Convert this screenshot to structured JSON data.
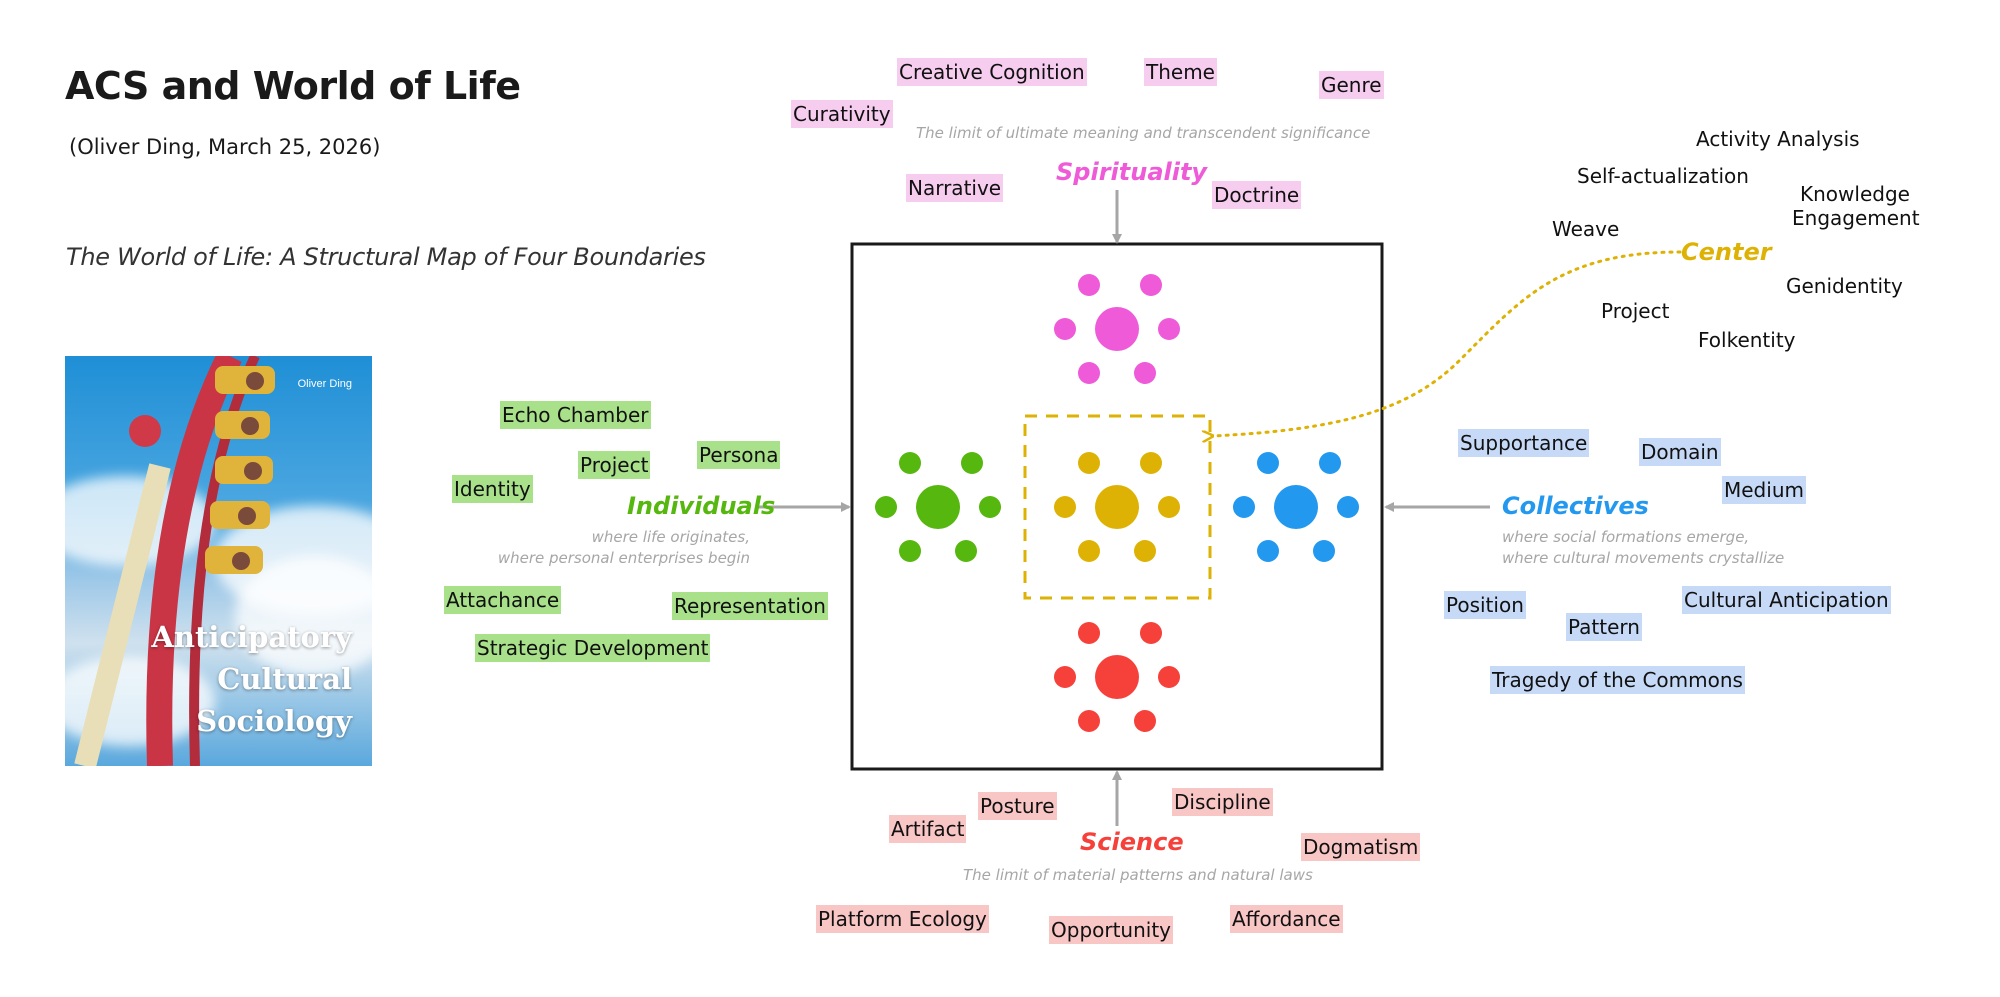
{
  "header": {
    "title": "ACS and World of Life",
    "author_line": "(Oliver Ding, March 25, 2026)",
    "subtitle": "The World of Life: A Structural Map of Four Boundaries"
  },
  "book": {
    "author": "Oliver Ding",
    "title_lines": [
      "Anticipatory",
      "Cultural",
      "Sociology"
    ]
  },
  "colors": {
    "spirituality": "#ee5ad8",
    "individuals": "#56b70f",
    "center": "#deb204",
    "collectives": "#2398ef",
    "science": "#f5413a",
    "arrow": "#a6a6a6",
    "frame": "#1a1a1a"
  },
  "boundaries": {
    "spirituality": {
      "label": "Spirituality",
      "note": "The limit of ultimate meaning and transcendent significance",
      "tags": [
        "Creative Cognition",
        "Theme",
        "Genre",
        "Curativity",
        "Narrative",
        "Doctrine"
      ]
    },
    "individuals": {
      "label": "Individuals",
      "note_lines": [
        "where life originates,",
        "where personal enterprises begin"
      ],
      "tags": [
        "Echo Chamber",
        "Project",
        "Persona",
        "Identity",
        "Attachance",
        "Representation",
        "Strategic Development"
      ]
    },
    "center": {
      "label": "Center",
      "tags": [
        "Activity Analysis",
        "Self-actualization",
        "Knowledge Engagement",
        "Weave",
        "Genidentity",
        "Project",
        "Folkentity"
      ]
    },
    "collectives": {
      "label": "Collectives",
      "note_lines": [
        "where social formations emerge,",
        "where cultural movements crystallize"
      ],
      "tags": [
        "Supportance",
        "Domain",
        "Medium",
        "Position",
        "Pattern",
        "Cultural Anticipation",
        "Tragedy of the Commons"
      ]
    },
    "science": {
      "label": "Science",
      "note": "The limit of material patterns and natural laws",
      "tags": [
        "Posture",
        "Discipline",
        "Artifact",
        "Dogmatism",
        "Platform Ecology",
        "Opportunity",
        "Affordance"
      ]
    }
  }
}
